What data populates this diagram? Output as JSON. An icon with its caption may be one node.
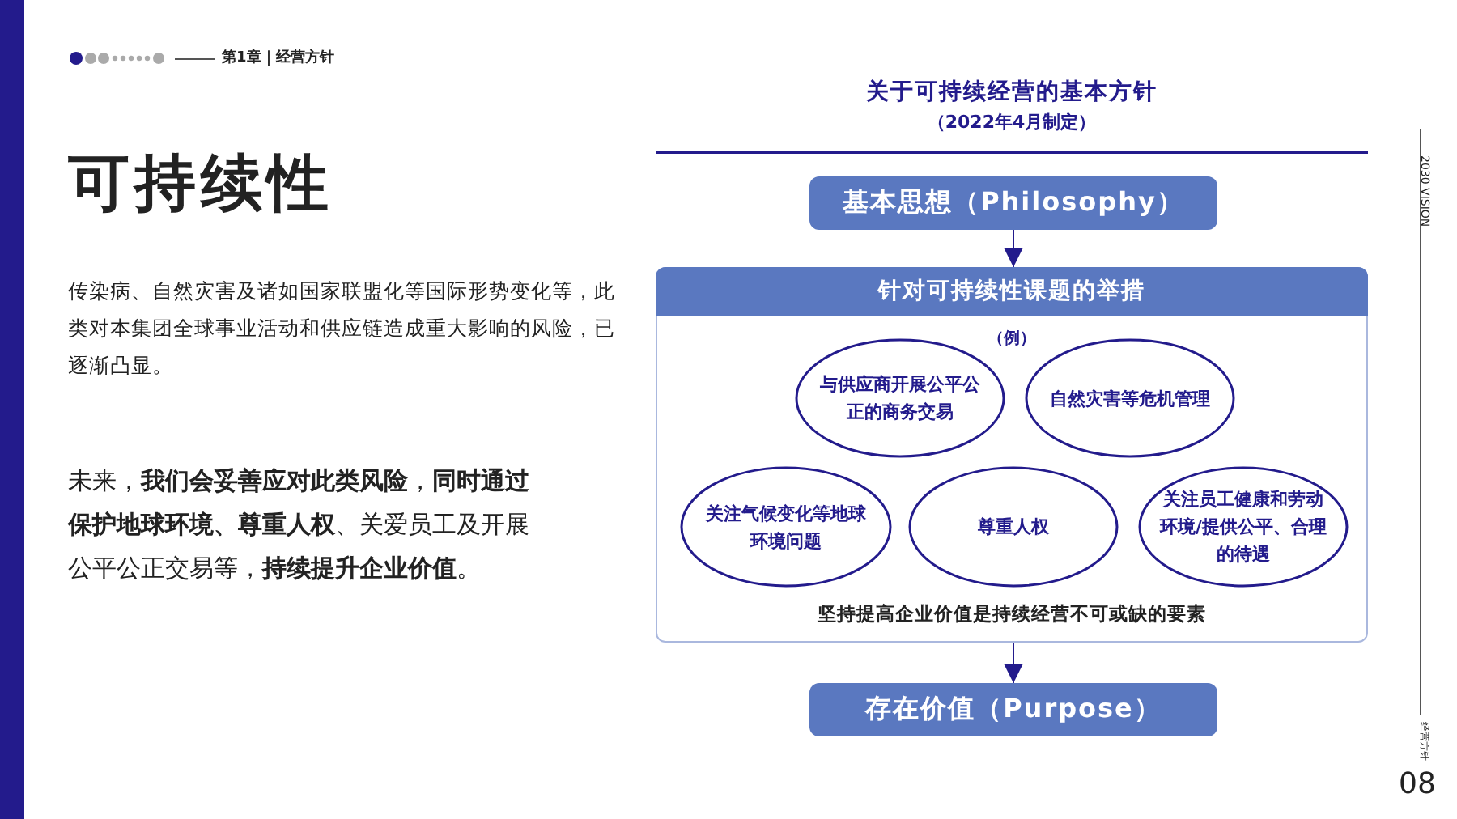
{
  "diagram": {
    "title": "关于可持续经营的基本方针",
    "nodes": [
      {
        "text": [
          "基本思想（Philosophy）"
        ]
      },
      {
        "text": [
          "针对可持续性课题的举措",
          "（例）",
          "坚持提高企业价值是持续经营不可或缺的要素"
        ]
      },
      {
        "text": [
          "与供应商开展公平公正的商务交易"
        ],
        "in": 1
      },
      {
        "text": [
          "自然灾害等危机管理"
        ],
        "in": 1
      },
      {
        "text": [
          "关注气候变化等地球环境问题"
        ],
        "in": 1
      },
      {
        "text": [
          "尊重人权"
        ],
        "in": 1
      },
      {
        "text": [
          "关注员工健康和劳动环境/提供公平、合理的待遇"
        ],
        "in": 1
      },
      {
        "text": [
          "存在价值（Purpose）"
        ]
      }
    ],
    "edges": [
      {
        "from": 0,
        "to": 1,
        "arrow": "to"
      },
      {
        "from": 1,
        "to": 7,
        "arrow": "to"
      }
    ],
    "labels": [
      "第1章｜经营方针",
      "可持续性",
      "（2022年4月制定）",
      "传染病、自然灾害及诸如国家联盟化等国际形势变化等，此类对本集团全球事业活动和供应链造成重大影响的风险，已逐渐凸显。",
      "未来，**我们会妥善应对此类风险**，**同时通过保护地球环境、尊重人权**、关爱员工及开展公平公正交易等，**持续提升企业价值**。",
      "2030 VISION",
      "经营方针",
      "08"
    ]
  }
}
